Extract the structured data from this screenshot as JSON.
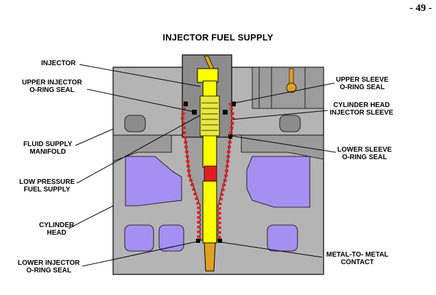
{
  "page_number": "- 49 -",
  "title": "INJECTOR FUEL SUPPLY",
  "labels": {
    "injector": [
      "INJECTOR"
    ],
    "upper_injector_oring": [
      "UPPER INJECTOR",
      "O-RING SEAL"
    ],
    "fluid_supply_manifold": [
      "FLUID SUPPLY",
      "MANIFOLD"
    ],
    "low_pressure_fuel_supply": [
      "LOW PRESSURE",
      "FUEL SUPPLY"
    ],
    "cylinder_head": [
      "CYLINDER",
      "HEAD"
    ],
    "lower_injector_oring": [
      "LOWER INJECTOR",
      "O-RING SEAL"
    ],
    "upper_sleeve_oring": [
      "UPPER SLEEVE",
      "O-RING SEAL"
    ],
    "cylinder_head_injector_sleeve": [
      "CYLINDER HEAD",
      "INJECTOR  SLEEVE"
    ],
    "lower_sleeve_oring": [
      "LOWER SLEEVE",
      "O-RING SEAL"
    ],
    "metal_to_metal_contact": [
      "METAL-TO- METAL",
      "CONTACT"
    ]
  },
  "colors": {
    "head_gray": "#b4b4b4",
    "dark_gray": "#8c8c8c",
    "coolant_purple": "#a58ff0",
    "injector_yellow": "#ffff00",
    "injector_orange": "#e0a020",
    "fuel_red": "#e02020",
    "seal_black": "#000000"
  }
}
